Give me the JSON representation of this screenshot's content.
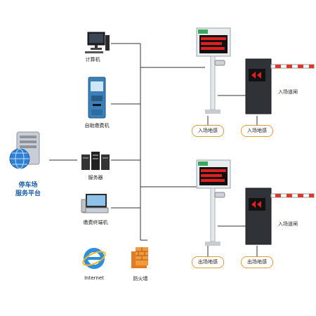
{
  "platform": {
    "line1": "停车场",
    "line2": "服务平台"
  },
  "devices": {
    "computer": "计算机",
    "kiosk": "自助缴费机",
    "server": "服务器",
    "terminal": "缴费终端机",
    "internet": "Internet",
    "firewall": "防火墙"
  },
  "entry": {
    "gate_label": "入场道闸",
    "sensor_left": "入场地感",
    "sensor_right": "入场地感"
  },
  "exit": {
    "gate_label": "入场道闸",
    "sensor_left": "出场地感",
    "sensor_right": "出场地感"
  },
  "colors": {
    "line": "#333333",
    "accent_blue": "#1b5fa8",
    "pill_border": "#e39b3a",
    "barrier_red": "#d63a2a",
    "led_red": "#e02020"
  }
}
